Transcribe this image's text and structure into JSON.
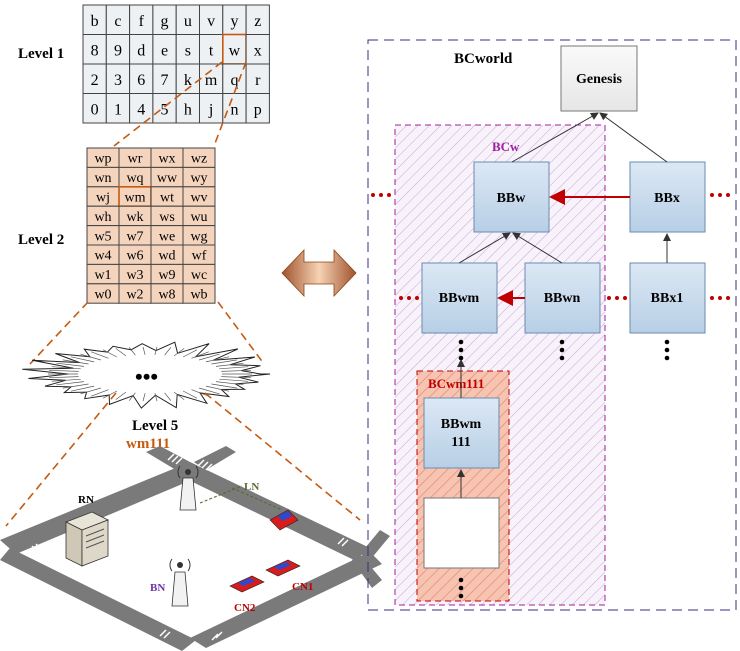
{
  "levels": {
    "level1_label": "Level 1",
    "level2_label": "Level 2",
    "level5_label": "Level 5",
    "wm111_label": "wm111"
  },
  "grid1": [
    [
      "b",
      "c",
      "f",
      "g",
      "u",
      "v",
      "y",
      "z"
    ],
    [
      "8",
      "9",
      "d",
      "e",
      "s",
      "t",
      "w",
      "x"
    ],
    [
      "2",
      "3",
      "6",
      "7",
      "k",
      "m",
      "q",
      "r"
    ],
    [
      "0",
      "1",
      "4",
      "5",
      "h",
      "j",
      "n",
      "p"
    ]
  ],
  "grid2": [
    [
      "wp",
      "wr",
      "wx",
      "wz"
    ],
    [
      "wn",
      "wq",
      "ww",
      "wy"
    ],
    [
      "wj",
      "wm",
      "wt",
      "wv"
    ],
    [
      "wh",
      "wk",
      "ws",
      "wu"
    ],
    [
      "w5",
      "w7",
      "we",
      "wg"
    ],
    [
      "w4",
      "w6",
      "wd",
      "wf"
    ],
    [
      "w1",
      "w3",
      "w9",
      "wc"
    ],
    [
      "w0",
      "w2",
      "w8",
      "wb"
    ]
  ],
  "ellipsis": "•••",
  "city": {
    "rn_label": "RN",
    "ln_label": "LN",
    "bn_label": "BN",
    "cn1_label": "CN1",
    "cn2_label": "CN2"
  },
  "blockchain": {
    "world_label": "BCworld",
    "genesis_label": "Genesis",
    "bcw_label": "BCw",
    "bcwm111_label": "BCwm111",
    "bbw_label": "BBw",
    "bbx_label": "BBx",
    "bbwm_label": "BBwm",
    "bbwn_label": "BBwn",
    "bbx1_label": "BBx1",
    "bbwm111_line1": "BBwm",
    "bbwm111_line2": "111"
  },
  "colors": {
    "orange": "#c55a11",
    "purple": "#a020a0",
    "red": "#c00000",
    "block_fill": "#c9dcee",
    "grid2_fill": "#f3c9ae"
  }
}
